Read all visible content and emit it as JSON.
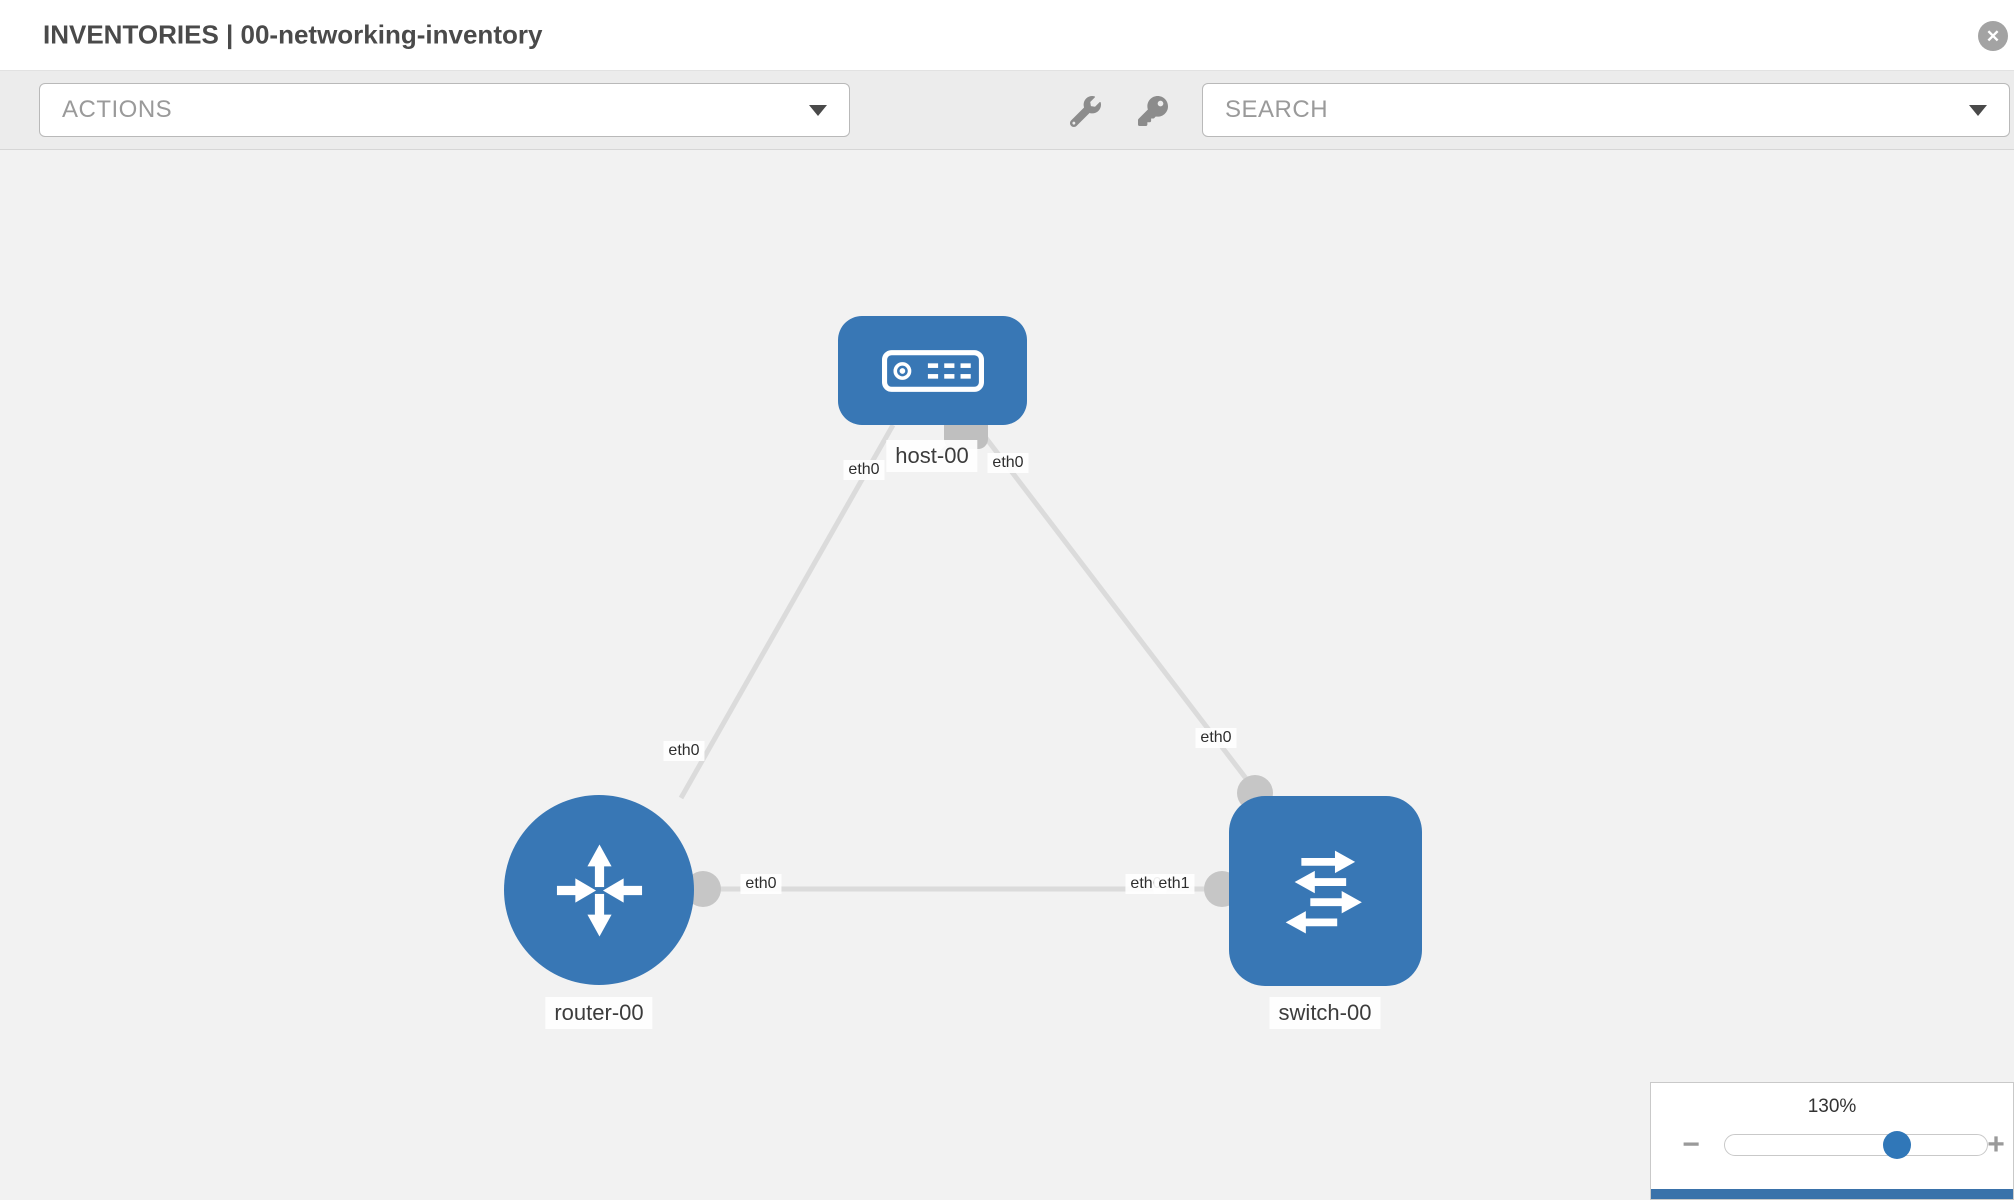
{
  "header": {
    "title": "INVENTORIES | 00-networking-inventory"
  },
  "toolbar": {
    "actions_label": "ACTIONS",
    "search_placeholder": "SEARCH",
    "icons": [
      "wrench-icon",
      "key-icon"
    ]
  },
  "canvas": {
    "nodes": {
      "host": {
        "label": "host-00",
        "type": "host"
      },
      "router": {
        "label": "router-00",
        "type": "router"
      },
      "switch": {
        "label": "switch-00",
        "type": "switch"
      }
    },
    "interface_labels": {
      "host_left": "eth0",
      "host_right": "eth0",
      "router_top": "eth0",
      "router_right": "eth0",
      "switch_top": "eth0",
      "switch_left_back": "eth0",
      "switch_left_front": "eth1"
    },
    "links": [
      {
        "from": "host-00",
        "to": "router-00"
      },
      {
        "from": "host-00",
        "to": "switch-00"
      },
      {
        "from": "router-00",
        "to": "switch-00"
      }
    ]
  },
  "zoom": {
    "level": "130%",
    "zoom_out": "−",
    "zoom_in": "+"
  },
  "colors": {
    "node_blue": "#3877b5",
    "link_gray": "#dbdbdb",
    "canvas_bg": "#f2f2f2",
    "accent_blue": "#3077b8"
  }
}
